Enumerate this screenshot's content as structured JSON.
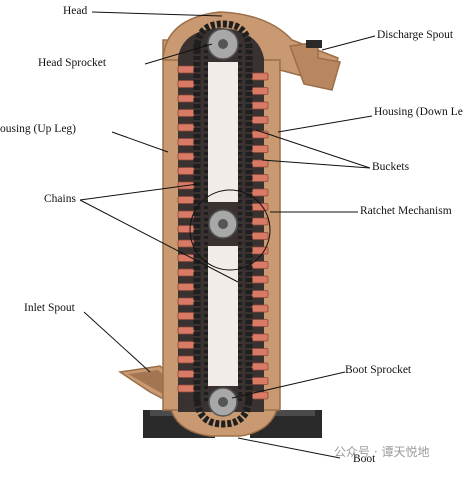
{
  "labels": {
    "head": "Head",
    "head_sprocket": "Head Sprocket",
    "discharge_spout": "Discharge Spout",
    "housing_up_leg": "ousing (Up Leg)",
    "housing_down_leg": "Housing (Down Le",
    "buckets": "Buckets",
    "chains": "Chains",
    "ratchet_mechanism": "Ratchet Mechanism",
    "inlet_spout": "Inlet Spout",
    "boot_sprocket": "Boot Sprocket",
    "boot": "Boot"
  },
  "watermark": "公众号 · 谭天悦地",
  "colors": {
    "housing": "#c99a72",
    "housing_dark": "#9c6e48",
    "interior": "#3a3230",
    "bucket": "#d97a66",
    "chain": "#1f1f1f",
    "sprocket": "#a8a8a8",
    "base": "#2a2a2a",
    "leader": "#111111"
  }
}
